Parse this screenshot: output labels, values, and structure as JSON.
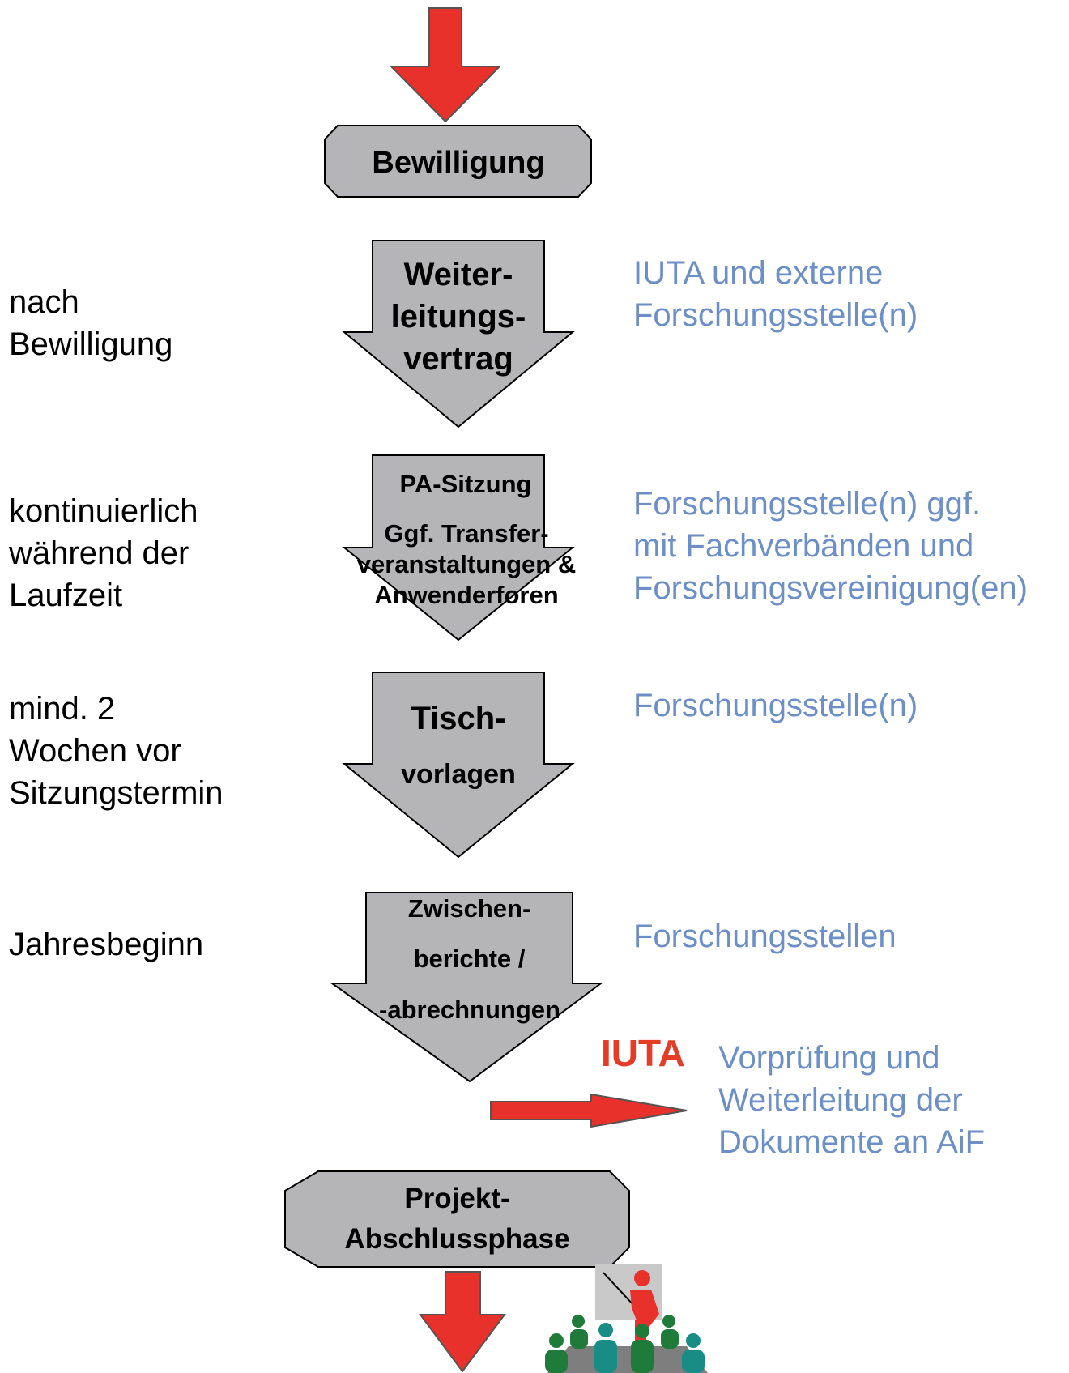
{
  "colors": {
    "arrow_red": "#E8312A",
    "shape_gray": "#B5B5B7",
    "responsible_blue": "#6D8FC8",
    "iuta_red": "#E43C27",
    "people_green": "#1E7B3A",
    "people_teal": "#1A8C86"
  },
  "stages": {
    "bewilligung": "Bewilligung",
    "weiterleitung": "Weiter-\nleitungs-\nvertrag",
    "pa_title": "PA-Sitzung",
    "pa_sub": "Ggf. Transfer-\nveranstaltungen &\nAnwenderforen",
    "tisch_1": "Tisch-",
    "tisch_2": "vorlagen",
    "zw_1": "Zwischen-",
    "zw_2": "berichte /",
    "zw_3": "-abrechnungen",
    "abschluss": "Projekt-\nAbschlussphase"
  },
  "timing": {
    "nach": "nach\nBewilligung",
    "kontinuierlich": "kontinuierlich\nwährend der\nLaufzeit",
    "mind": "mind. 2\nWochen vor\nSitzungstermin",
    "jahresbeginn": "Jahresbeginn"
  },
  "responsible": {
    "r1": "IUTA und externe\nForschungsstelle(n)",
    "r2": "Forschungsstelle(n) ggf.\nmit Fachverbänden und\nForschungsvereinigung(en)",
    "r3": "Forschungsstelle(n)",
    "r4": "Forschungsstellen"
  },
  "iuta": {
    "label": "IUTA",
    "text": "Vorprüfung und\nWeiterleitung der\nDokumente an AiF"
  },
  "icons": {
    "top": "down-arrow-icon",
    "bottom": "down-arrow-icon",
    "right": "right-arrow-icon",
    "presentation": "presentation-icon"
  }
}
